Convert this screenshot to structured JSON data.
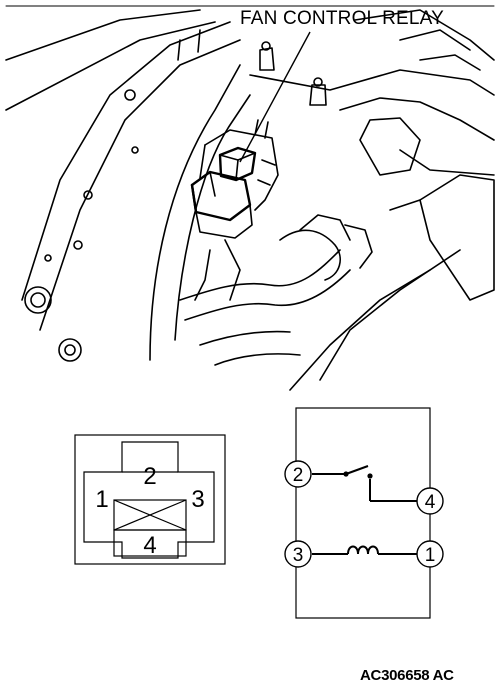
{
  "callout": {
    "label": "FAN CONTROL RELAY"
  },
  "connector": {
    "pins": [
      {
        "number": "2"
      },
      {
        "number": "1"
      },
      {
        "number": "3"
      },
      {
        "number": "4"
      }
    ]
  },
  "schematic": {
    "terminals": [
      {
        "number": "2"
      },
      {
        "number": "4"
      },
      {
        "number": "3"
      },
      {
        "number": "1"
      }
    ]
  },
  "figure_id": "AC306658 AC"
}
